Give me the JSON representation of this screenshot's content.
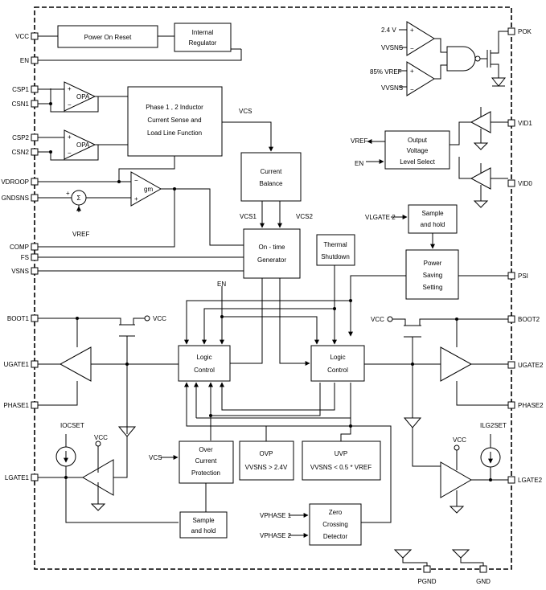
{
  "pins": {
    "vcc": "VCC",
    "en": "EN",
    "csp1": "CSP1",
    "csn1": "CSN1",
    "csp2": "CSP2",
    "csn2": "CSN2",
    "vdroop": "VDROOP",
    "gndsns": "GNDSNS",
    "comp": "COMP",
    "fs": "FS",
    "vsns": "VSNS",
    "boot1": "BOOT1",
    "ugate1": "UGATE1",
    "phase1": "PHASE1",
    "lgate1": "LGATE1",
    "pok": "POK",
    "vid1": "VID1",
    "vid0": "VID0",
    "psi": "PSI",
    "boot2": "BOOT2",
    "ugate2": "UGATE2",
    "phase2": "PHASE2",
    "lgate2": "LGATE2",
    "pgnd": "PGND",
    "gnd": "GND"
  },
  "blocks": {
    "por": "Power On Reset",
    "regulator": [
      "Internal",
      "Regulator"
    ],
    "current_sense": [
      "Phase 1 , 2  Inductor",
      "Current Sense and",
      "Load Line Function"
    ],
    "current_balance": [
      "Current",
      "Balance"
    ],
    "ontime": [
      "On - time",
      "Generator"
    ],
    "thermal": [
      "Thermal",
      "Shutdown"
    ],
    "sample_top": [
      "Sample",
      "and hold"
    ],
    "power_saving": [
      "Power",
      "Saving",
      "Setting"
    ],
    "output_level": [
      "Output",
      "Voltage",
      "Level Select"
    ],
    "logic": [
      "Logic",
      "Control"
    ],
    "ocp": [
      "Over",
      "Current",
      "Protection"
    ],
    "ovp": "OVP",
    "ovp_cond": "VVSNS > 2.4V",
    "uvp": "UVP",
    "uvp_cond": "VVSNS < 0.5 * VREF",
    "sample_bottom": [
      "Sample",
      "and hold"
    ],
    "zero_cross": [
      "Zero",
      "Crossing",
      "Detector"
    ]
  },
  "labels": {
    "v24": "2.4 V",
    "vvsns": "VVSNS",
    "v85": "85% VREF",
    "opa": "OPA",
    "gm": "gm",
    "sigma": "Σ",
    "vref": "VREF",
    "vcs": "VCS",
    "vcs1": "VCS1",
    "vcs2": "VCS2",
    "vlgate2": "VLGATE 2",
    "vphase1": "VPHASE 1",
    "vphase2": "VPHASE 2",
    "en": "EN",
    "vcc": "VCC",
    "iocset": "IOCSET",
    "ilg2set": "ILG2SET",
    "plus": "+",
    "minus": "−"
  }
}
